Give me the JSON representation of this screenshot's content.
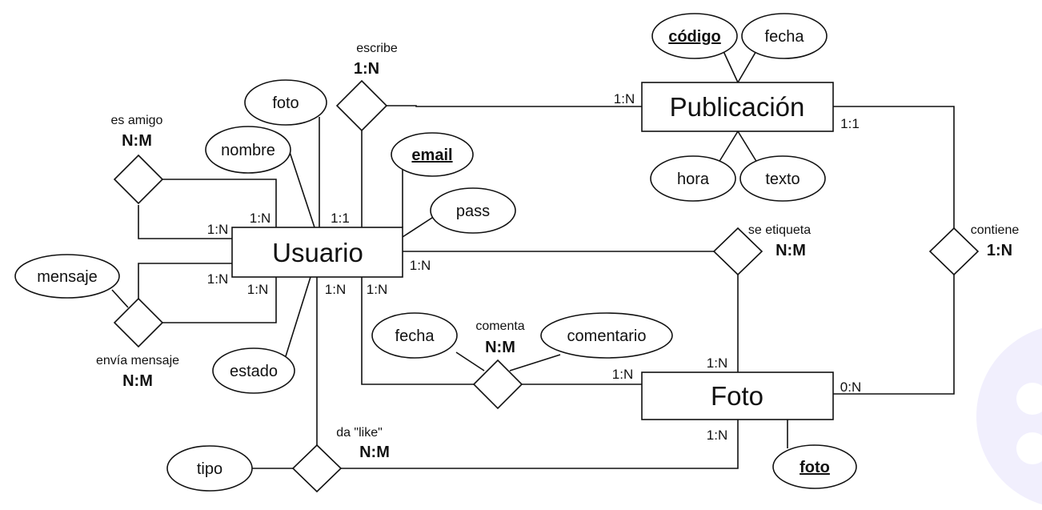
{
  "entities": {
    "usuario": "Usuario",
    "publicacion": "Publicación",
    "foto": "Foto"
  },
  "attributes": {
    "foto_user": "foto",
    "nombre": "nombre",
    "email": "email",
    "pass": "pass",
    "estado": "estado",
    "mensaje": "mensaje",
    "tipo": "tipo",
    "codigo": "código",
    "fecha_pub": "fecha",
    "hora": "hora",
    "texto": "texto",
    "fecha_com": "fecha",
    "comentario": "comentario",
    "foto_key": "foto"
  },
  "relationships": {
    "escribe": {
      "label": "escribe",
      "card": "1:N"
    },
    "es_amigo": {
      "label": "es amigo",
      "card": "N:M"
    },
    "envia_mensaje": {
      "label": "envía mensaje",
      "card": "N:M"
    },
    "se_etiqueta": {
      "label": "se etiqueta",
      "card": "N:M"
    },
    "contiene": {
      "label": "contiene",
      "card": "1:N"
    },
    "comenta": {
      "label": "comenta",
      "card": "N:M"
    },
    "da_like": {
      "label": "da \"like\"",
      "card": "N:M"
    }
  },
  "cardinalities": {
    "escribe_pub": "1:N",
    "escribe_user": "1:1",
    "pub_contiene": "1:1",
    "amigo_a": "1:N",
    "amigo_b": "1:N",
    "msg_a": "1:N",
    "msg_b": "1:N",
    "user_like": "1:N",
    "user_comenta": "1:N",
    "user_etiqueta": "1:N",
    "foto_etiqueta": "1:N",
    "foto_comenta": "1:N",
    "foto_contiene": "0:N",
    "foto_like": "1:N"
  }
}
